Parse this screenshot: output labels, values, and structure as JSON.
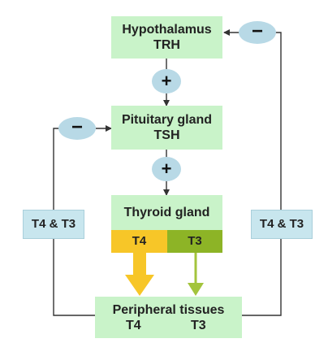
{
  "hypothalamus": {
    "name": "Hypothalamus",
    "hormone": "TRH"
  },
  "pituitary": {
    "name": "Pituitary gland",
    "hormone": "TSH"
  },
  "thyroid": {
    "name": "Thyroid gland",
    "outputs": [
      {
        "label": "T4",
        "color": "#f7c628"
      },
      {
        "label": "T3",
        "color": "#8db426"
      }
    ]
  },
  "peripheral": {
    "name": "Peripheral tissues",
    "conversion": {
      "from": "T4",
      "to": "T3"
    }
  },
  "feedback": {
    "left_label": "T4 & T3",
    "right_label": "T4 & T3"
  },
  "symbols": {
    "stimulate": "+",
    "inhibit": "−"
  },
  "colors": {
    "box_fill": "#c9f3c9",
    "side_box_fill": "#c8e6ee",
    "symbol_fill": "#b8d9e6",
    "t4_arrow": "#f7c628",
    "t3_arrow": "#a3c43c",
    "line": "#333333"
  }
}
